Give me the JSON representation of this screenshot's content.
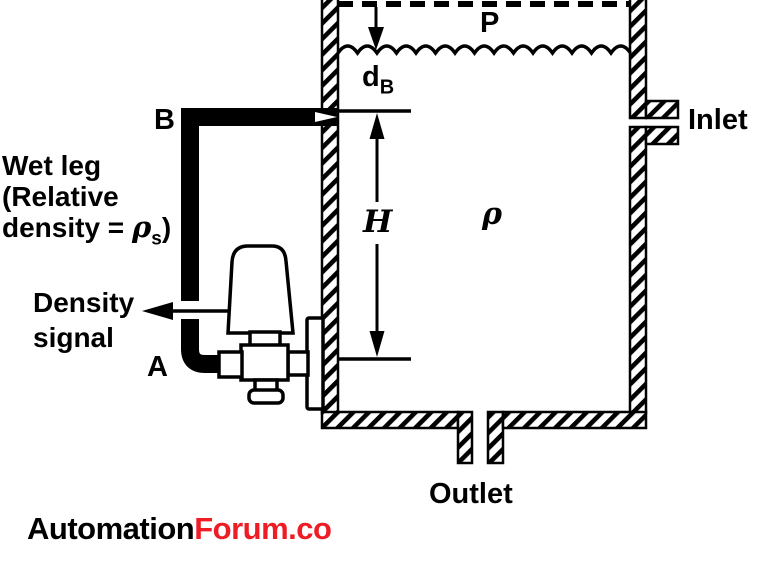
{
  "page": {
    "background": "#ffffff",
    "ink_color": "#000000"
  },
  "diagram": {
    "labels": {
      "pressure": "P",
      "level_depth_symbol": "d",
      "level_depth_subscript": "B",
      "height_dimension": "H",
      "tank_density": "ρ",
      "inlet": "Inlet",
      "outlet": "Outlet",
      "tap_upper": "B",
      "tap_lower": "A"
    },
    "wet_leg_note": {
      "line1": "Wet leg",
      "line2": "(Relative",
      "line3_text": "density = ",
      "line3_symbol": "ρ",
      "line3_subscript": "s",
      "line3_close": ")"
    },
    "signal_label": {
      "line1": "Density",
      "line2": "signal"
    }
  },
  "footer": {
    "brand_primary": "Automation",
    "brand_secondary": "Forum.co",
    "brand_secondary_color": "#ee1c25"
  }
}
